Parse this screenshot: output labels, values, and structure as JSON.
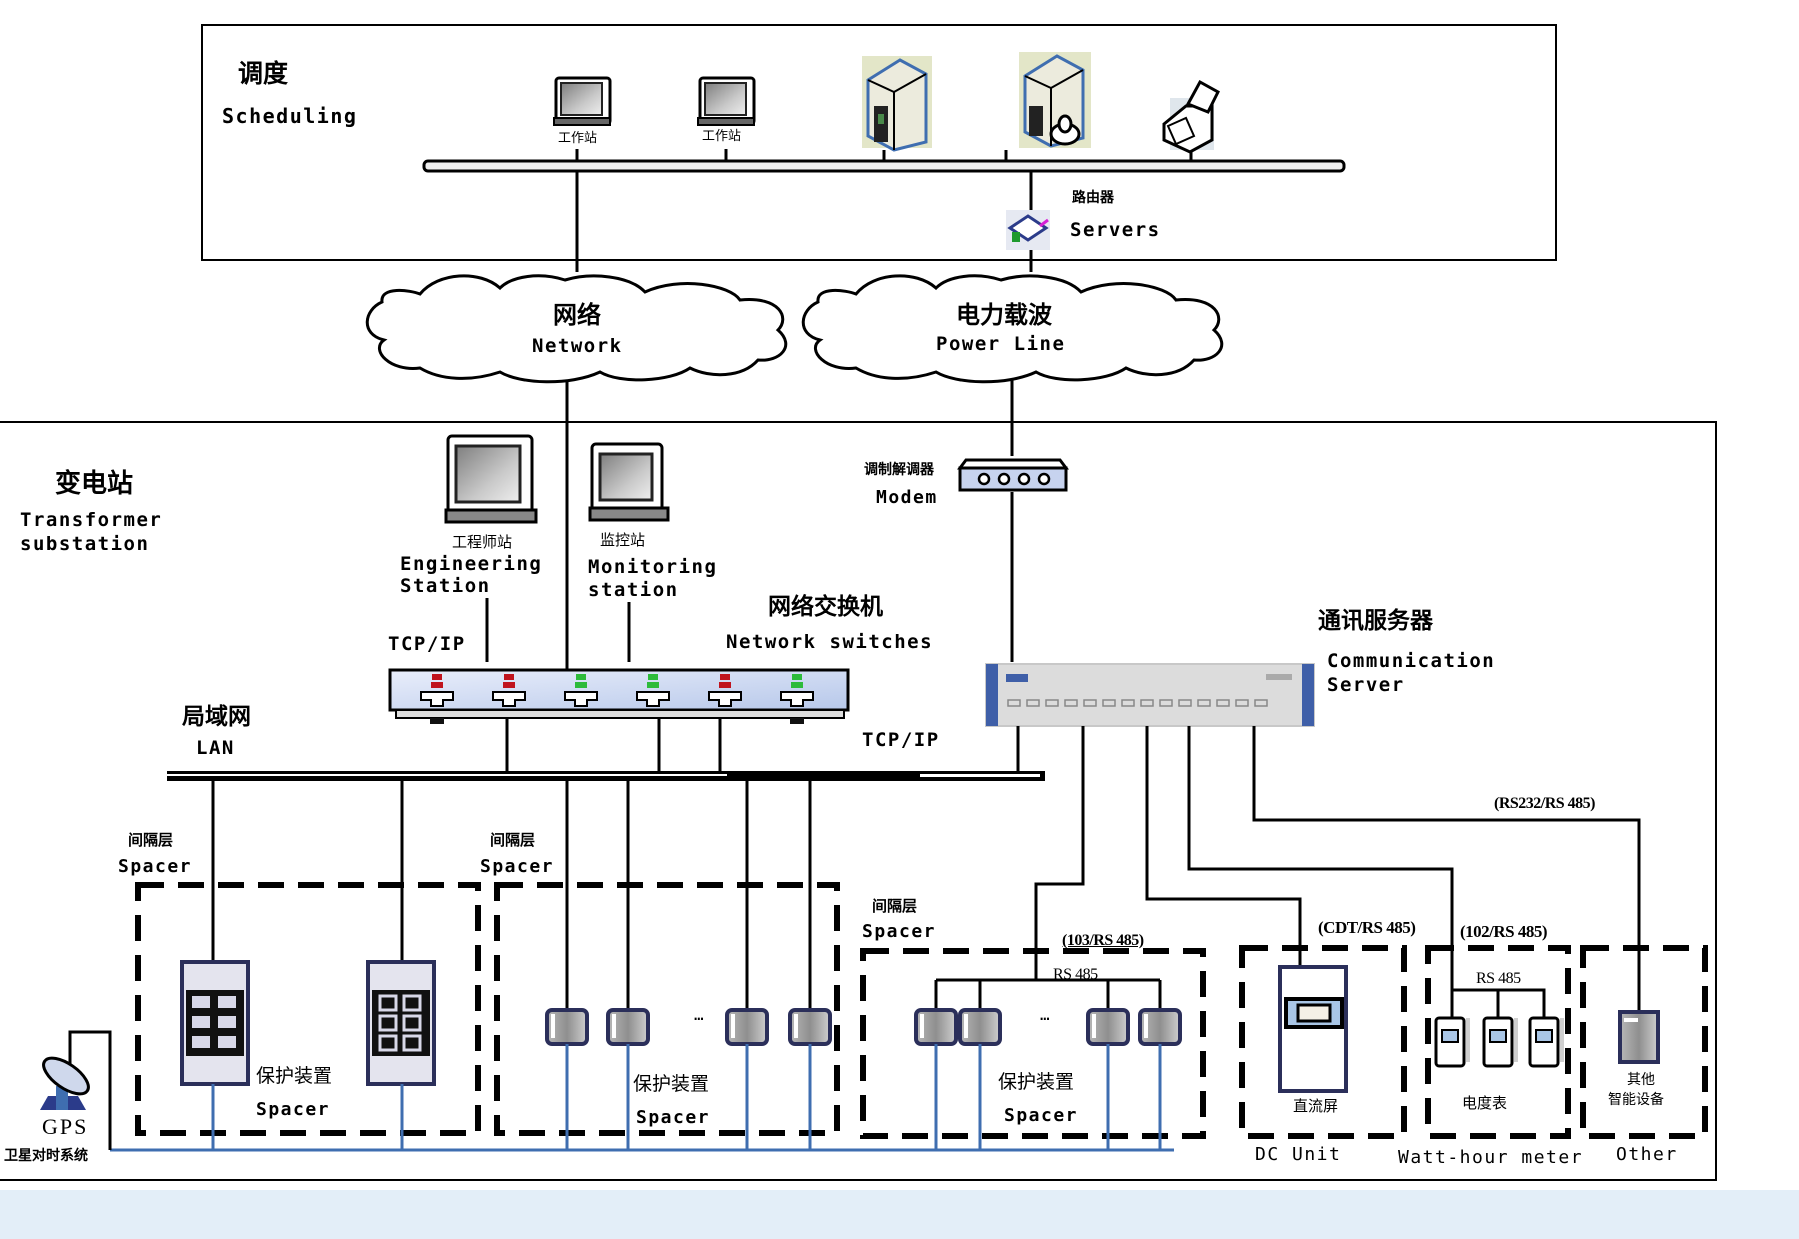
{
  "diagram": {
    "type": "network-topology",
    "scheduling": {
      "title_cn": "调度",
      "title_en": "Scheduling",
      "workstation_label_cn": "工作站",
      "router_label_cn": "路由器",
      "router_label_en": "Servers",
      "devices": [
        "workstation",
        "workstation",
        "server",
        "server",
        "printer"
      ]
    },
    "clouds": {
      "network": {
        "cn": "网络",
        "en": "Network"
      },
      "power_line": {
        "cn": "电力载波",
        "en": "Power Line"
      }
    },
    "substation": {
      "title_cn": "变电站",
      "title_en_line1": "Transformer",
      "title_en_line2": "substation",
      "engineering_station": {
        "cn": "工程师站",
        "en_line1": "Engineering",
        "en_line2": "Station"
      },
      "monitoring_station": {
        "cn": "监控站",
        "en_line1": "Monitoring",
        "en_line2": "station"
      },
      "modem": {
        "cn": "调制解调器",
        "en": "Modem"
      },
      "switches": {
        "cn": "网络交换机",
        "en": "Network switches",
        "port_led_colors": [
          "#c0141e",
          "#c0141e",
          "#2dbb3a",
          "#2dbb3a",
          "#c0141e",
          "#2dbb3a"
        ]
      },
      "comm_server": {
        "cn": "通讯服务器",
        "en_line1": "Communication",
        "en_line2": "Server"
      },
      "tcpip_left": "TCP/IP",
      "tcpip_right": "TCP/IP",
      "lan": {
        "cn": "局域网",
        "en": "LAN"
      },
      "spacer_header_cn": "间隔层",
      "spacer_header_en": "Spacer",
      "protection_cn": "保护装置",
      "protection_en": "Spacer",
      "ellipsis": "…",
      "protocols": {
        "p103": "(103/RS 485)",
        "rs485": "RS 485",
        "cdt": "(CDT/RS 485)",
        "p102": "(102/RS 485)",
        "rs232": "(RS232/RS 485)"
      },
      "dc_unit": {
        "cn": "直流屏",
        "en": "DC Unit"
      },
      "watt_meter": {
        "cn": "电度表",
        "en": "Watt-hour meter"
      },
      "other": {
        "cn_line1": "其他",
        "cn_line2": "智能设备",
        "en": "Other"
      },
      "gps": {
        "en": "GPS",
        "cn": "卫星对时系统"
      }
    },
    "colors": {
      "line": "#000000",
      "bus_blue": "#3f6eb0",
      "device_navy": "#2b2f5a",
      "screen_blue": "#a9c6e6",
      "switch_body": "#c8d6f0",
      "bottom_band": "#e3eef8"
    }
  }
}
